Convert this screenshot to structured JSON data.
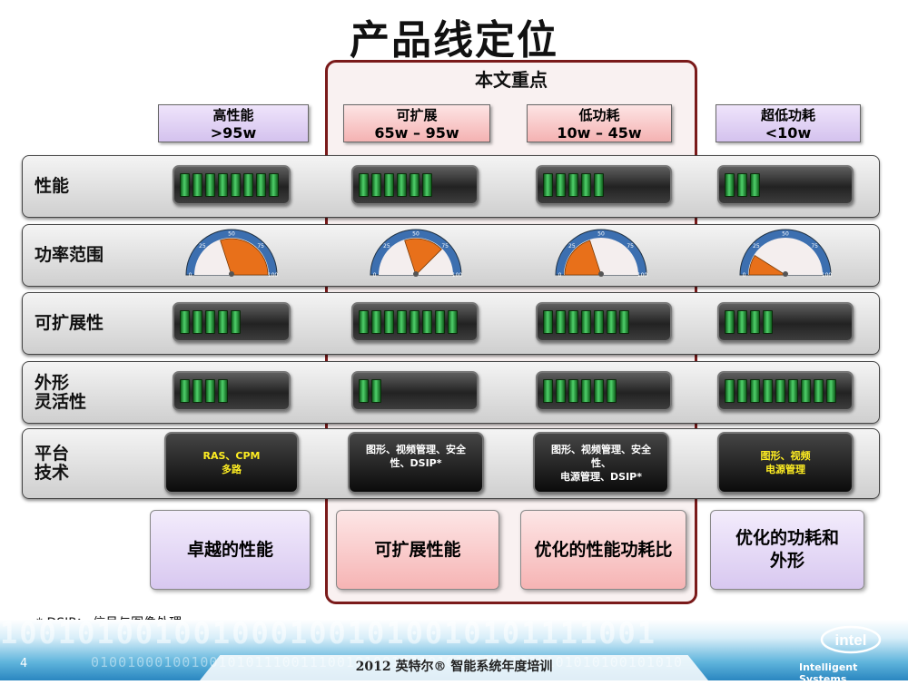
{
  "title": "产品线定位",
  "focus_label": "本文重点",
  "columns": [
    {
      "name": "高性能",
      "power": ">95w",
      "style": "purple"
    },
    {
      "name": "可扩展",
      "power": "65w – 95w",
      "style": "pink"
    },
    {
      "name": "低功耗",
      "power": "10w – 45w",
      "style": "pink"
    },
    {
      "name": "超低功耗",
      "power": "<10w",
      "style": "purple"
    }
  ],
  "rows": [
    {
      "label": "性能",
      "segments": [
        8,
        6,
        5,
        3
      ]
    },
    {
      "label": "功率范围",
      "gauge": {
        "ticks": [
          "0",
          "25",
          "50",
          "75",
          "100"
        ],
        "ranges": [
          [
            40,
            100
          ],
          [
            40,
            75
          ],
          [
            0,
            40
          ],
          [
            0,
            18
          ]
        ]
      }
    },
    {
      "label": "可扩展性",
      "segments": [
        5,
        8,
        7,
        4
      ]
    },
    {
      "label_lines": [
        "外形",
        "灵活性"
      ],
      "segments": [
        4,
        2,
        6,
        9
      ]
    },
    {
      "label_lines": [
        "平台",
        "技术"
      ],
      "tech": [
        {
          "lines": [
            "RAS、CPM",
            "多路"
          ],
          "color": "yellow"
        },
        {
          "lines": [
            "图形、视频管理、安全",
            "性、DSIP*"
          ],
          "color": "white"
        },
        {
          "lines": [
            "图形、视频管理、安全性、",
            "电源管理、DSIP*"
          ],
          "color": "white"
        },
        {
          "lines": [
            "图形、视频",
            "电源管理"
          ],
          "color": "yellow"
        }
      ]
    }
  ],
  "summaries": [
    {
      "lines": [
        "卓越的性能"
      ],
      "style": "purple"
    },
    {
      "lines": [
        "可扩展性能"
      ],
      "style": "pink"
    },
    {
      "lines": [
        "优化的性能功耗比"
      ],
      "style": "pink"
    },
    {
      "lines": [
        "优化的功耗和",
        "外形"
      ],
      "style": "purple"
    }
  ],
  "footnote": "* DSIP： 信号与图像处理",
  "footer": {
    "page": "4",
    "text": "2012 英特尔® 智能系统年度培训",
    "binary_top": "1001010010010001001010010101111001",
    "binary_bottom": "01001000100100101011100111001010010010101001111000101010100101010",
    "logo": "intel",
    "tagline": "Intelligent Systems"
  },
  "colors": {
    "gauge_fill": "#e8701a",
    "gauge_ring": "#3c6fb0",
    "segment_green": "#2fb84a",
    "focus_border": "#7a1a1a"
  }
}
